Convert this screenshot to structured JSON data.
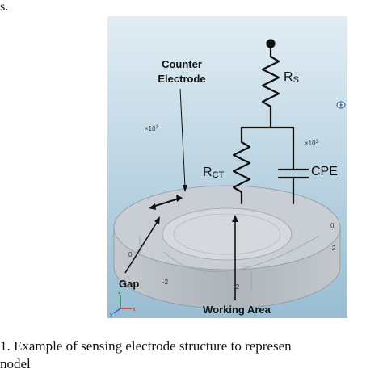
{
  "page_fragment_top": "s.",
  "labels": {
    "counter_line1": "Counter",
    "counter_line2": "Electrode",
    "rs_main": "R",
    "rs_sub": "S",
    "rct_main": "R",
    "rct_sub": "CT",
    "cpe": "CPE",
    "gap": "Gap",
    "working_area": "Working Area"
  },
  "axis_ticks": {
    "x10_left": "×10",
    "x10_left_exp": "3",
    "x10_right": "×10",
    "x10_right_exp": "3",
    "tick_0_left": "0",
    "tick_neg2_left": "-2",
    "tick_neg2_center": "-2",
    "tick_0_right": "0",
    "tick_2_right": "2",
    "triad_x": "x",
    "triad_y": "y",
    "triad_z": "z"
  },
  "caption": {
    "line1": " 1. Example of sensing electrode structure to represen",
    "line2": "nodel"
  },
  "colors": {
    "background_top": "#dbe8f1",
    "background_bottom": "#9fc2d6",
    "disk": "#c9ced4",
    "rim": "#b6bcc2",
    "circuit": "#111111"
  }
}
